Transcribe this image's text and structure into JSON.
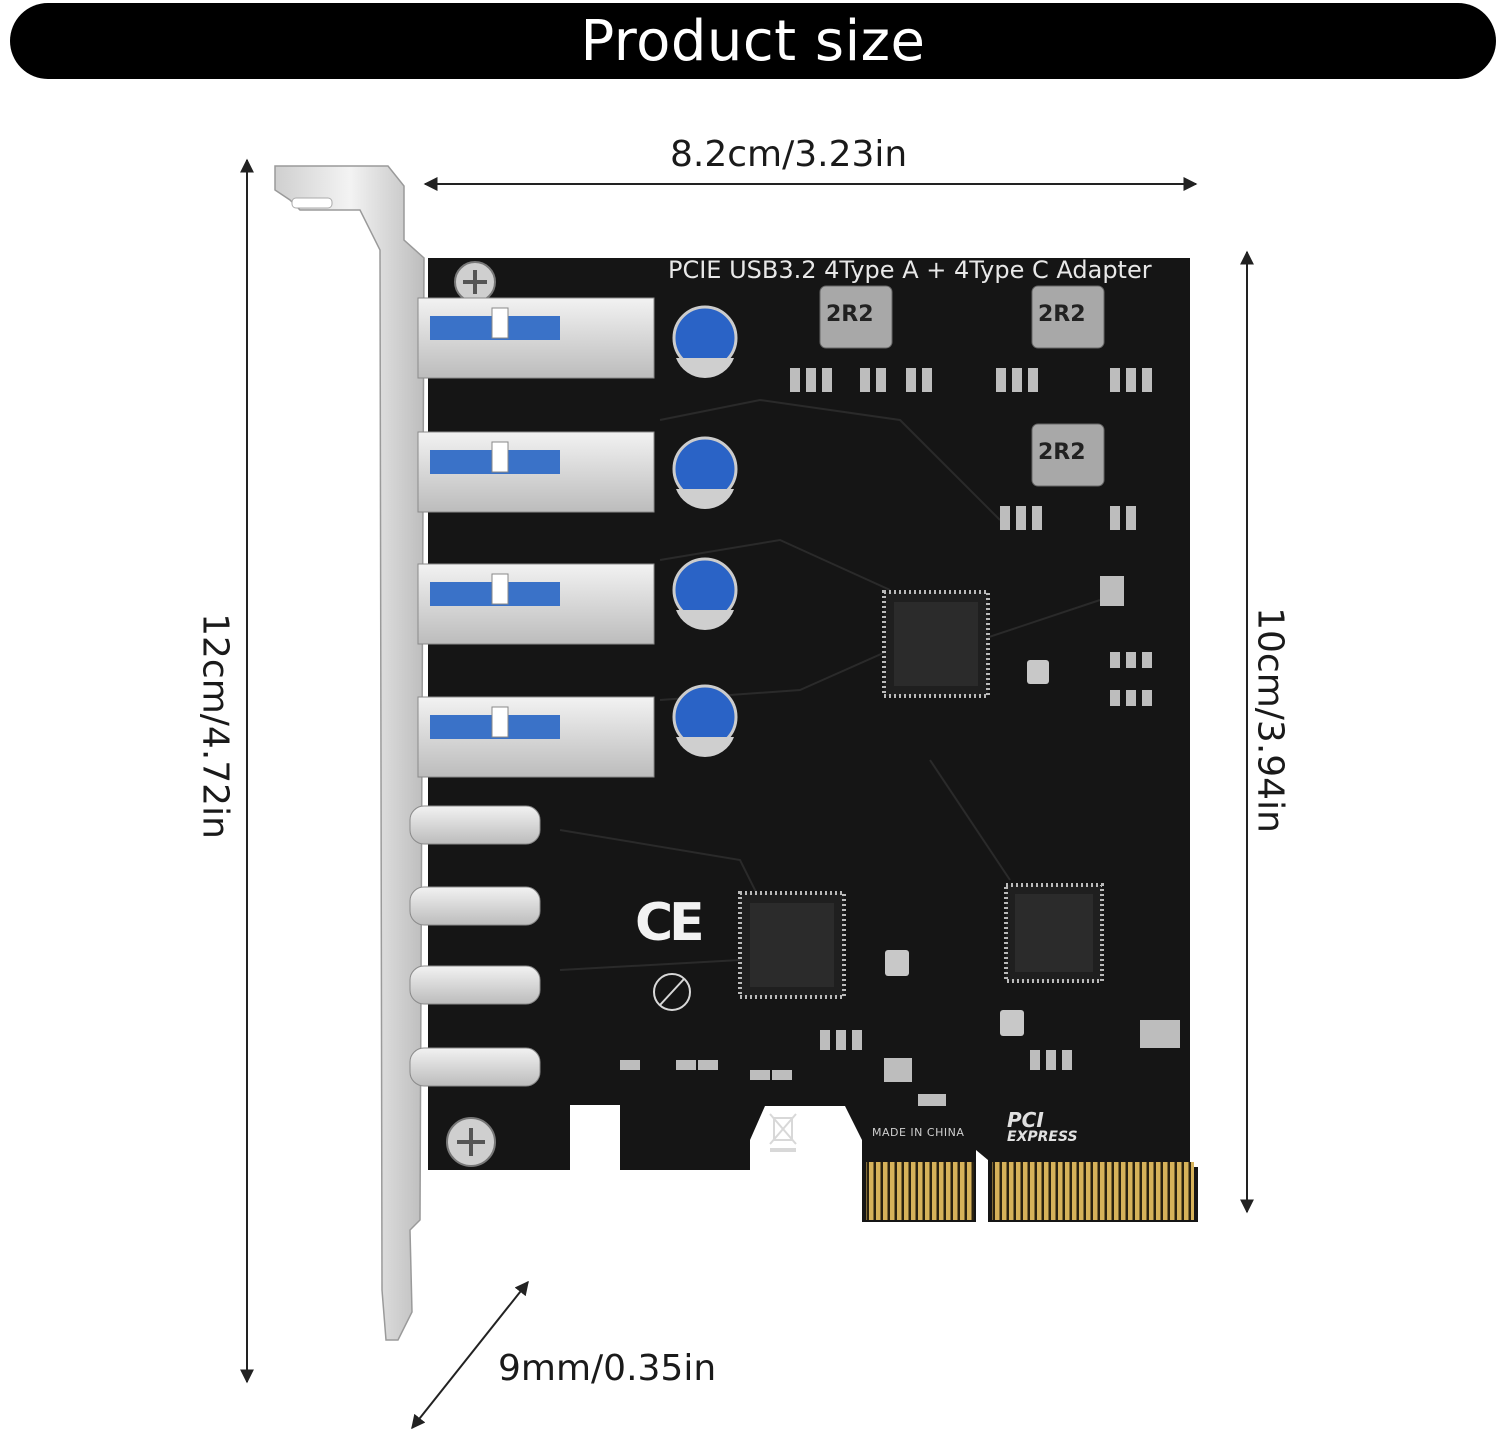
{
  "banner": {
    "title": "Product size"
  },
  "dimensions": {
    "bracket_height": "12cm/4.72in",
    "board_width": "8.2cm/3.23in",
    "board_height": "10cm/3.94in",
    "depth": "9mm/0.35in"
  },
  "board": {
    "title": "PCIE USB3.2 4Type A + 4Type C Adapter",
    "inductor_label": "2R2",
    "made_in": "MADE IN CHINA",
    "pci_logo": "PCI",
    "pci_logo_sub": "EXPRESS",
    "ce_mark": "CE"
  }
}
